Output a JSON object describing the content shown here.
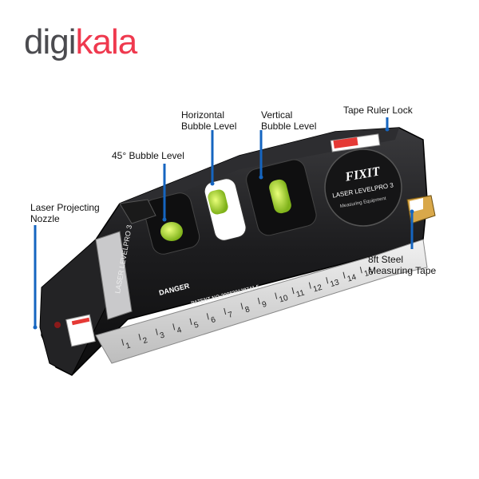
{
  "logo": {
    "part1": "digi",
    "part2": "kala",
    "color_dark": "#4b4b4f",
    "color_brand": "#ef394e"
  },
  "callouts": {
    "horizontal_line1": "Horizontal",
    "horizontal_line2": "Bubble Level",
    "vertical_line1": "Vertical",
    "vertical_line2": "Bubble Level",
    "tape_lock": "Tape Ruler Lock",
    "bubble45": "45° Bubble Level",
    "laser_line1": "Laser Projecting",
    "laser_line2": "Nozzle",
    "tape_line1": "8ft Steel",
    "tape_line2": "Measuring Tape"
  },
  "device": {
    "brand": "FIXIT",
    "model": "LASER LEVELPRO 3",
    "subtitle": "Measuring Equipment",
    "side_label": "LASER LEVELPRO 3",
    "warning": "DANGER",
    "patent": "PATENT NO:200830128741.5",
    "ruler_marks": [
      "1",
      "2",
      "3",
      "4",
      "5",
      "6",
      "7",
      "8",
      "9",
      "10",
      "11",
      "12",
      "13",
      "14",
      "15"
    ],
    "body_color": "#1c1c1e",
    "bubble_color": "#b8e62a",
    "ruler_color": "#d9d9d9"
  }
}
